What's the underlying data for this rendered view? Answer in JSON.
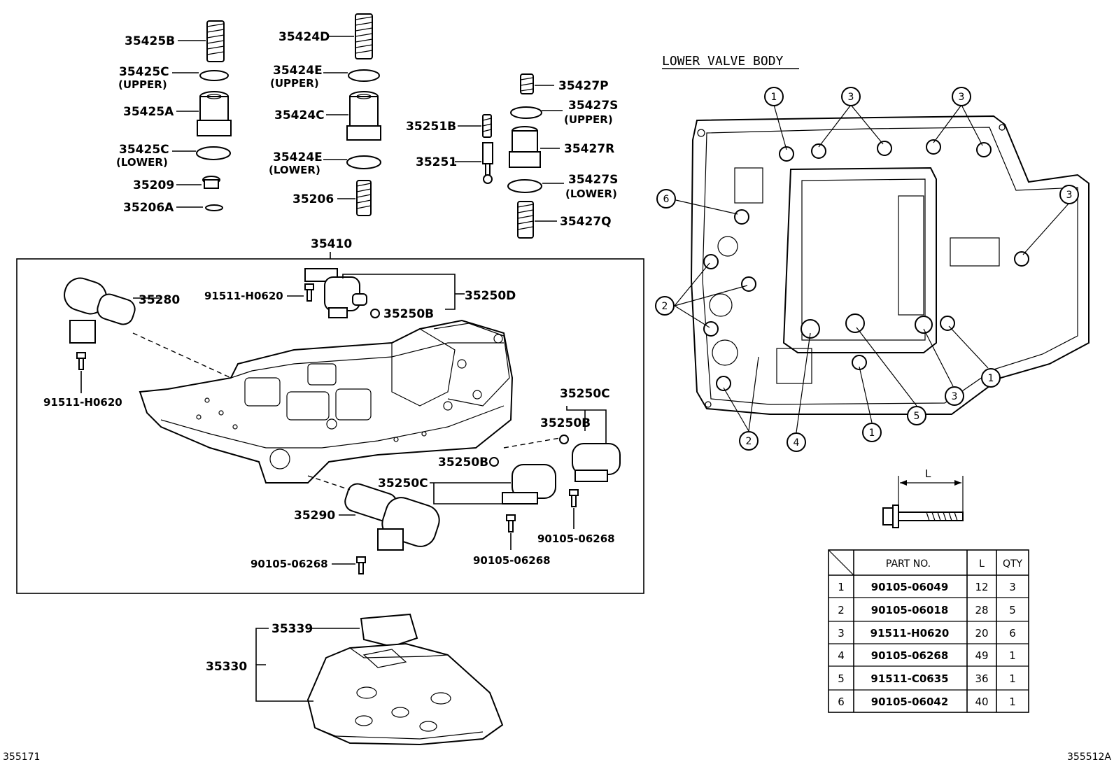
{
  "section_title": "LOWER VALVE BODY",
  "part_labels": {
    "p35425B": "35425B",
    "p35425C_upper": "35425C",
    "upper_1": "(UPPER)",
    "p35425A": "35425A",
    "p35425C_lower": "35425C",
    "lower_1": "(LOWER)",
    "p35209": "35209",
    "p35206A": "35206A",
    "p35424D": "35424D",
    "p35424E_upper": "35424E",
    "upper_2": "(UPPER)",
    "p35424C": "35424C",
    "p35424E_lower": "35424E",
    "lower_2": "(LOWER)",
    "p35206": "35206",
    "p35427P": "35427P",
    "p35427S_upper": "35427S",
    "upper_3": "(UPPER)",
    "p35251B": "35251B",
    "p35427R": "35427R",
    "p35251": "35251",
    "p35427S_lower": "35427S",
    "lower_3": "(LOWER)",
    "p35427Q": "35427Q",
    "p35410": "35410",
    "p35280": "35280",
    "p91511_a": "91511-H0620",
    "p91511_b": "91511-H0620",
    "p35250D": "35250D",
    "p35250B_a": "35250B",
    "p35250C_a": "35250C",
    "p35250B_b": "35250B",
    "p35250B_c": "35250B",
    "p35250C_b": "35250C",
    "p35290": "35290",
    "p90105_a": "90105-06268",
    "p90105_b": "90105-06268",
    "p90105_c": "90105-06268",
    "p35339": "35339",
    "p35330": "35330"
  },
  "callouts": [
    "1",
    "3",
    "3",
    "6",
    "3",
    "2",
    "1",
    "3",
    "1",
    "5",
    "2",
    "4"
  ],
  "bolt_dimension_label": "L",
  "bolt_table": {
    "headers": [
      "PART NO.",
      "L",
      "QTY"
    ],
    "rows": [
      {
        "no": "1",
        "part": "90105-06049",
        "l": "12",
        "qty": "3"
      },
      {
        "no": "2",
        "part": "90105-06018",
        "l": "28",
        "qty": "5"
      },
      {
        "no": "3",
        "part": "91511-H0620",
        "l": "20",
        "qty": "6"
      },
      {
        "no": "4",
        "part": "90105-06268",
        "l": "49",
        "qty": "1"
      },
      {
        "no": "5",
        "part": "91511-C0635",
        "l": "36",
        "qty": "1"
      },
      {
        "no": "6",
        "part": "90105-06042",
        "l": "40",
        "qty": "1"
      }
    ]
  },
  "footer": {
    "left_code": "355171",
    "right_code": "355512A"
  }
}
